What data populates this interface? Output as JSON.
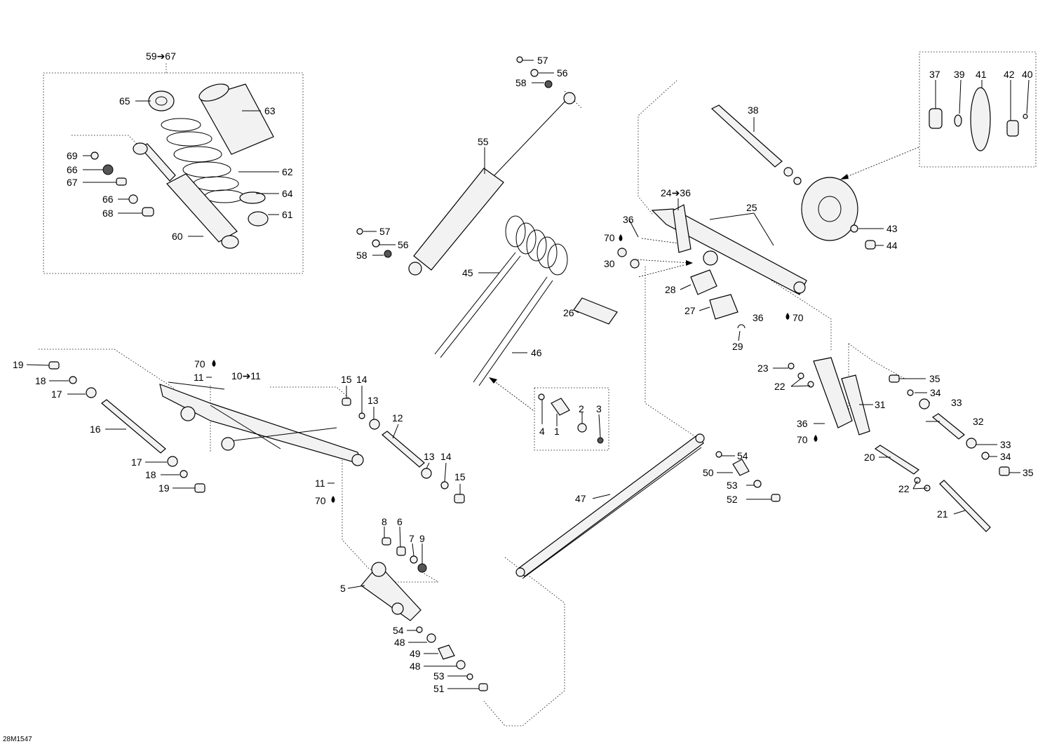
{
  "drawing_id": "28M1547",
  "part_refs": [
    {
      "key": "r59_67",
      "label": "59➔67"
    },
    {
      "key": "r57a",
      "label": "57"
    },
    {
      "key": "r56a",
      "label": "56"
    },
    {
      "key": "r58a",
      "label": "58"
    },
    {
      "key": "r65",
      "label": "65"
    },
    {
      "key": "r63",
      "label": "63"
    },
    {
      "key": "r69",
      "label": "69"
    },
    {
      "key": "r66a",
      "label": "66"
    },
    {
      "key": "r67",
      "label": "67"
    },
    {
      "key": "r66b",
      "label": "66"
    },
    {
      "key": "r68",
      "label": "68"
    },
    {
      "key": "r62",
      "label": "62"
    },
    {
      "key": "r64",
      "label": "64"
    },
    {
      "key": "r61",
      "label": "61"
    },
    {
      "key": "r60",
      "label": "60"
    },
    {
      "key": "r55",
      "label": "55"
    },
    {
      "key": "r57b",
      "label": "57"
    },
    {
      "key": "r56b",
      "label": "56"
    },
    {
      "key": "r58b",
      "label": "58"
    },
    {
      "key": "r45",
      "label": "45"
    },
    {
      "key": "r26",
      "label": "26"
    },
    {
      "key": "r46",
      "label": "46"
    },
    {
      "key": "r38",
      "label": "38"
    },
    {
      "key": "r37",
      "label": "37"
    },
    {
      "key": "r39",
      "label": "39"
    },
    {
      "key": "r41",
      "label": "41"
    },
    {
      "key": "r42",
      "label": "42"
    },
    {
      "key": "r40",
      "label": "40"
    },
    {
      "key": "r24_36",
      "label": "24➔36"
    },
    {
      "key": "r25",
      "label": "25"
    },
    {
      "key": "r36a",
      "label": "36"
    },
    {
      "key": "r70a",
      "label": "70"
    },
    {
      "key": "r30",
      "label": "30"
    },
    {
      "key": "r43",
      "label": "43"
    },
    {
      "key": "r44",
      "label": "44"
    },
    {
      "key": "r28",
      "label": "28"
    },
    {
      "key": "r27",
      "label": "27"
    },
    {
      "key": "r36b",
      "label": "36"
    },
    {
      "key": "r70b",
      "label": "70"
    },
    {
      "key": "r29",
      "label": "29"
    },
    {
      "key": "r19a",
      "label": "19"
    },
    {
      "key": "r70c",
      "label": "70"
    },
    {
      "key": "r11a",
      "label": "11"
    },
    {
      "key": "r10_11",
      "label": "10➔11"
    },
    {
      "key": "r18a",
      "label": "18"
    },
    {
      "key": "r17a",
      "label": "17"
    },
    {
      "key": "r16",
      "label": "16"
    },
    {
      "key": "r15a",
      "label": "15"
    },
    {
      "key": "r14a",
      "label": "14"
    },
    {
      "key": "r13a",
      "label": "13"
    },
    {
      "key": "r12",
      "label": "12"
    },
    {
      "key": "r13b",
      "label": "13"
    },
    {
      "key": "r14b",
      "label": "14"
    },
    {
      "key": "r15b",
      "label": "15"
    },
    {
      "key": "r17b",
      "label": "17"
    },
    {
      "key": "r18b",
      "label": "18"
    },
    {
      "key": "r19b",
      "label": "19"
    },
    {
      "key": "r11b",
      "label": "11"
    },
    {
      "key": "r70d",
      "label": "70"
    },
    {
      "key": "r2",
      "label": "2"
    },
    {
      "key": "r3",
      "label": "3"
    },
    {
      "key": "r4",
      "label": "4"
    },
    {
      "key": "r1",
      "label": "1"
    },
    {
      "key": "r8",
      "label": "8"
    },
    {
      "key": "r6",
      "label": "6"
    },
    {
      "key": "r7",
      "label": "7"
    },
    {
      "key": "r9",
      "label": "9"
    },
    {
      "key": "r5",
      "label": "5"
    },
    {
      "key": "r54a",
      "label": "54"
    },
    {
      "key": "r48a",
      "label": "48"
    },
    {
      "key": "r49",
      "label": "49"
    },
    {
      "key": "r48b",
      "label": "48"
    },
    {
      "key": "r53a",
      "label": "53"
    },
    {
      "key": "r51",
      "label": "51"
    },
    {
      "key": "r47",
      "label": "47"
    },
    {
      "key": "r54b",
      "label": "54"
    },
    {
      "key": "r50",
      "label": "50"
    },
    {
      "key": "r53b",
      "label": "53"
    },
    {
      "key": "r52",
      "label": "52"
    },
    {
      "key": "r23",
      "label": "23"
    },
    {
      "key": "r22a",
      "label": "22"
    },
    {
      "key": "r35a",
      "label": "35"
    },
    {
      "key": "r34a",
      "label": "34"
    },
    {
      "key": "r33a",
      "label": "33"
    },
    {
      "key": "r31",
      "label": "31"
    },
    {
      "key": "r32",
      "label": "32"
    },
    {
      "key": "r36c",
      "label": "36"
    },
    {
      "key": "r70e",
      "label": "70"
    },
    {
      "key": "r33b",
      "label": "33"
    },
    {
      "key": "r34b",
      "label": "34"
    },
    {
      "key": "r20",
      "label": "20"
    },
    {
      "key": "r35b",
      "label": "35"
    },
    {
      "key": "r22b",
      "label": "22"
    },
    {
      "key": "r21",
      "label": "21"
    }
  ]
}
